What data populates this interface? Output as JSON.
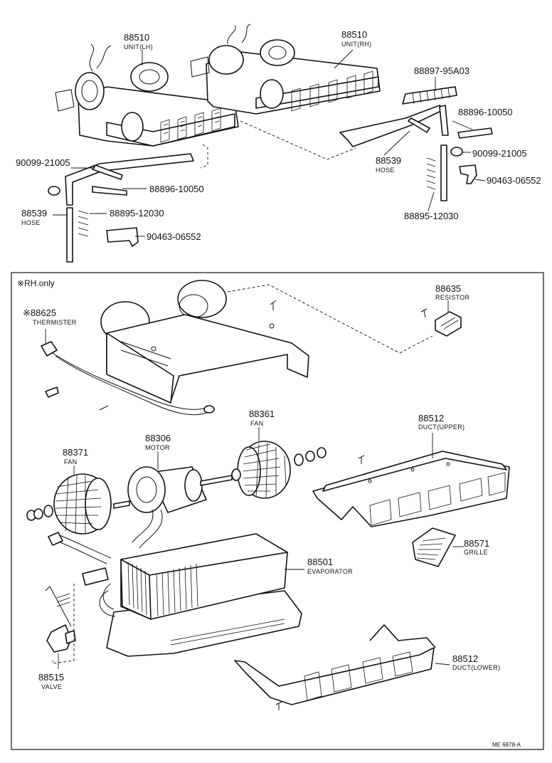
{
  "note": "RH.only",
  "note_marker": "※",
  "page_code": "ME  6878-A",
  "parts": {
    "unit_lh": {
      "number": "88510",
      "name": "UNIT(LH)"
    },
    "unit_rh": {
      "number": "88510",
      "name": "UNIT(RH)"
    },
    "hose_top_right": {
      "number": "88897-95A03"
    },
    "clip_top_right": {
      "number": "88896-10050"
    },
    "clip_top_left": {
      "number": "88896-10050"
    },
    "nut_left": {
      "number": "90099-21005"
    },
    "nut_right": {
      "number": "90099-21005"
    },
    "hose_left": {
      "number": "88539",
      "name": "HOSE"
    },
    "hose_right": {
      "number": "88539",
      "name": "HOSE"
    },
    "spring_left": {
      "number": "88895-12030"
    },
    "spring_right": {
      "number": "88895-12030"
    },
    "bracket_left": {
      "number": "90463-06552"
    },
    "bracket_right": {
      "number": "90463-06552"
    },
    "thermister": {
      "marker": "※",
      "number": "88625",
      "name": "THERMISTER"
    },
    "resistor": {
      "number": "88635",
      "name": "RESISTOR"
    },
    "fan_right": {
      "number": "88361",
      "name": "FAN"
    },
    "motor": {
      "number": "88306",
      "name": "MOTOR"
    },
    "fan_left": {
      "number": "88371",
      "name": "FAN"
    },
    "duct_upper": {
      "number": "88512",
      "name": "DUCT(UPPER)"
    },
    "grille": {
      "number": "88571",
      "name": "GRILLE"
    },
    "evaporator": {
      "number": "88501",
      "name": "EVAPORATOR"
    },
    "duct_lower": {
      "number": "88512",
      "name": "DUCT(LOWER)"
    },
    "valve": {
      "number": "88515",
      "name": "VALVE"
    }
  }
}
